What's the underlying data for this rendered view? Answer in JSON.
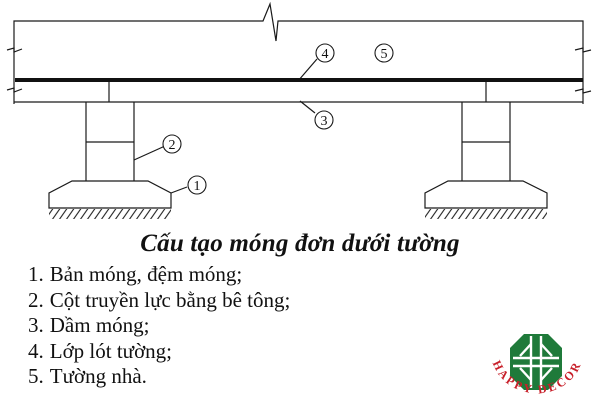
{
  "diagram": {
    "title": "Cấu tạo móng đơn dưới tường",
    "callouts": [
      "1",
      "2",
      "3",
      "4",
      "5"
    ],
    "colors": {
      "line": "#1a1a1a",
      "background": "#ffffff"
    }
  },
  "legend": {
    "items": [
      {
        "number": "1.",
        "label": "Bản móng, đệm móng;"
      },
      {
        "number": "2.",
        "label": "Cột truyền lực bằng bê tông;"
      },
      {
        "number": "3.",
        "label": "Dầm móng;"
      },
      {
        "number": "4.",
        "label": "Lớp lót tường;"
      },
      {
        "number": "5.",
        "label": "Tường nhà."
      }
    ]
  },
  "logo": {
    "text": "HAPPY DECOR",
    "colors": {
      "mark": "#1f7a3a",
      "text": "#c8202a"
    }
  }
}
